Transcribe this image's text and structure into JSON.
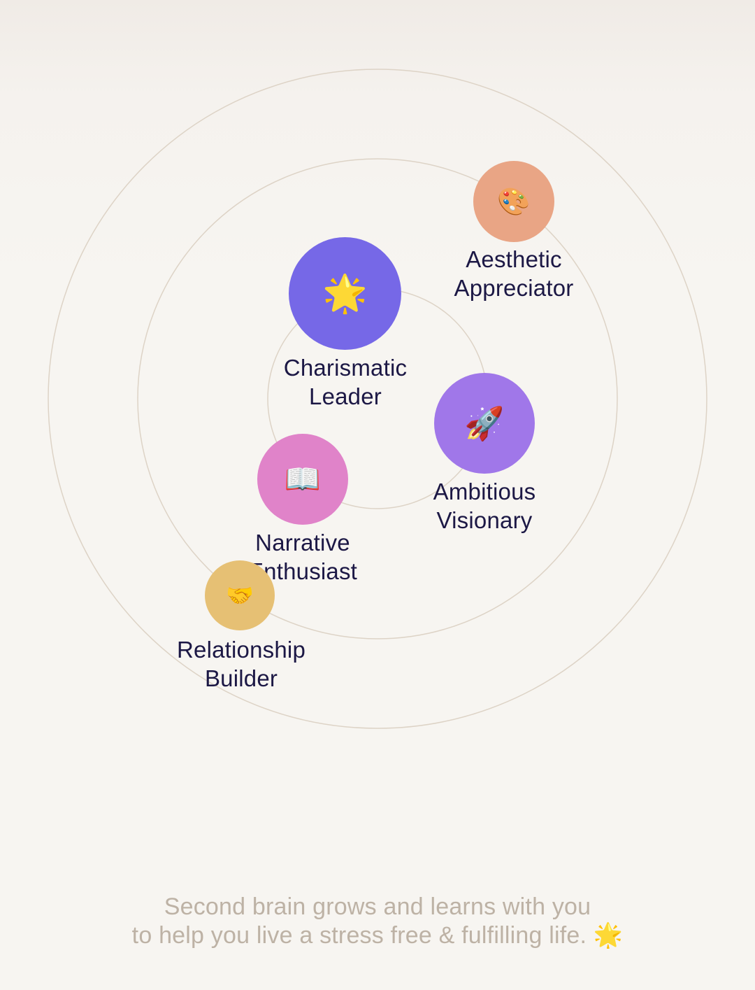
{
  "nodes": [
    {
      "id": "aesthetic-appreciator",
      "icon": "🎨",
      "icon_name": "palette-icon",
      "color": "#e9a585",
      "label": "Aesthetic\nAppreciator"
    },
    {
      "id": "charismatic-leader",
      "icon": "🌟",
      "icon_name": "glowing-star-icon",
      "color": "#7668e7",
      "label": "Charismatic\nLeader"
    },
    {
      "id": "ambitious-visionary",
      "icon": "🚀",
      "icon_name": "rocket-icon",
      "color": "#a077e9",
      "label": "Ambitious\nVisionary"
    },
    {
      "id": "narrative-enthusiast",
      "icon": "📖",
      "icon_name": "open-book-icon",
      "color": "#e083c9",
      "label": "Narrative\nEnthusiast"
    },
    {
      "id": "relationship-builder",
      "icon": "🤝",
      "icon_name": "handshake-icon",
      "color": "#e6c074",
      "label": "Relationship\nBuilder"
    }
  ],
  "footer": {
    "line1": "Second brain grows and learns with you",
    "line2": "to help you live a stress free & fulfilling life.",
    "icon": "🌟",
    "icon_name": "glowing-star-icon"
  },
  "colors": {
    "background": "#f7f5f1",
    "orbit_stroke": "#ddd3c6",
    "label_text": "#1c1845",
    "footer_text": "#bdb2a5"
  }
}
